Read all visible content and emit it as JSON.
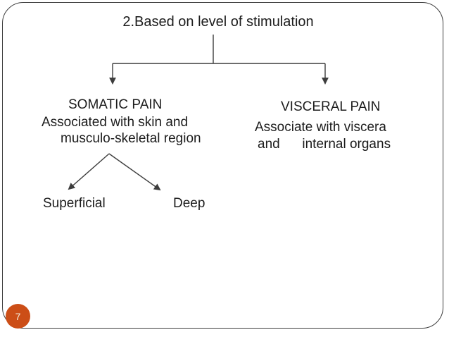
{
  "slide": {
    "title": "2.Based on level of stimulation",
    "page_number": "7"
  },
  "diagram": {
    "somatic": {
      "heading": "SOMATIC PAIN",
      "desc_line1": "Associated with skin and",
      "desc_line2": "musculo-skeletal region"
    },
    "visceral": {
      "heading": "VISCERAL PAIN",
      "desc_line1": "Associate with viscera",
      "desc_line2": "and      internal organs"
    },
    "somatic_children": {
      "superficial": "Superficial",
      "deep": "Deep"
    }
  },
  "colors": {
    "badge_background": "#cc4e17",
    "badge_text": "#f2ecdc",
    "connector_line": "#3d3d3d",
    "frame_border": "#3e3e3e",
    "text": "#1c1c1c"
  }
}
